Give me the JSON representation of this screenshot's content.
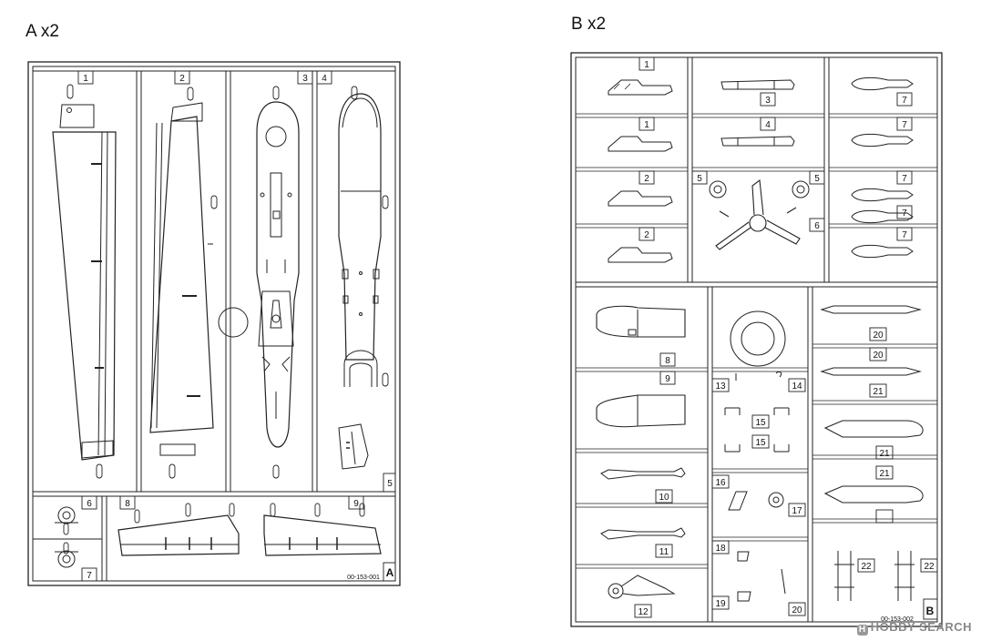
{
  "sheet_a": {
    "title": "A x2",
    "letter": "A",
    "code": "00-153-001",
    "part_numbers": {
      "p1": "1",
      "p2": "2",
      "p3": "3",
      "p4": "4",
      "p5": "5",
      "p6": "6",
      "p7": "7",
      "p8": "8",
      "p9": "9"
    }
  },
  "sheet_b": {
    "title": "B x2",
    "letter": "B",
    "code": "00-153-002",
    "part_numbers": {
      "p1a": "1",
      "p1b": "1",
      "p2a": "2",
      "p2b": "2",
      "p3": "3",
      "p4": "4",
      "p5a": "5",
      "p5b": "5",
      "p6": "6",
      "p7a": "7",
      "p7b": "7",
      "p7c": "7",
      "p7d": "7",
      "p7e": "7",
      "p8": "8",
      "p9": "9",
      "p10": "10",
      "p11": "11",
      "p12": "12",
      "p13": "13",
      "p14": "14",
      "p15a": "15",
      "p15b": "15",
      "p16": "16",
      "p17": "17",
      "p18": "18",
      "p19": "19",
      "p20a": "20",
      "p20b": "20",
      "p20c": "20",
      "p21a": "21",
      "p21b": "21",
      "p21c": "21",
      "p22a": "22",
      "p22b": "22"
    }
  },
  "watermark": {
    "icon": "hobby-search-logo-icon",
    "text": "HOBBY SEARCH"
  }
}
